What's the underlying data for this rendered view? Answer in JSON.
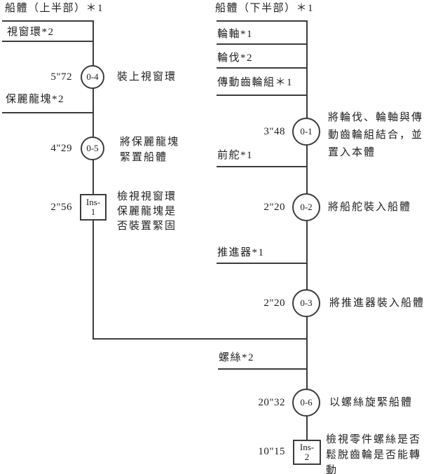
{
  "diagram_type": "assembly-process-chart",
  "line_color": "#3c3c3c",
  "background": "#ffffff",
  "left_branch": {
    "header": "船體（上半部）＊1",
    "materials": [
      {
        "label": "視窗環*2"
      },
      {
        "label": "保麗龍塊*2"
      }
    ],
    "steps": [
      {
        "kind": "operation",
        "time": "5\"72",
        "id": "0-4",
        "desc": "裝上視窗環"
      },
      {
        "kind": "operation",
        "time": "4\"29",
        "id": "0-5",
        "desc": "將保麗龍塊緊置船體"
      },
      {
        "kind": "inspection",
        "time": "2\"56",
        "id_line1": "Ins-",
        "id_line2": "1",
        "desc": "檢視視窗環保麗龍塊是否裝置緊固"
      }
    ]
  },
  "right_branch": {
    "header": "船體（下半部）＊1",
    "materials": [
      {
        "label": "輪軸*1"
      },
      {
        "label": "輪伐*2"
      },
      {
        "label": "傳動齒輪組＊1"
      },
      {
        "label": "前舵*1"
      },
      {
        "label": "推進器*1"
      },
      {
        "label": "螺絲*2"
      }
    ],
    "steps": [
      {
        "kind": "operation",
        "time": "3\"48",
        "id": "0-1",
        "desc": "將輪伐、輪軸與傳動齒輪組結合，並置入本體"
      },
      {
        "kind": "operation",
        "time": "2\"20",
        "id": "0-2",
        "desc": "將船舵裝入船體"
      },
      {
        "kind": "operation",
        "time": "2\"20",
        "id": "0-3",
        "desc": "將推進器裝入船體"
      },
      {
        "kind": "operation",
        "time": "20\"32",
        "id": "0-6",
        "desc": "以螺絲旋緊船體"
      },
      {
        "kind": "inspection",
        "time": "10\"15",
        "id_line1": "Ins-",
        "id_line2": "2",
        "desc": "檢視零件螺絲是否鬆脫齒輪是否能轉動"
      }
    ]
  }
}
